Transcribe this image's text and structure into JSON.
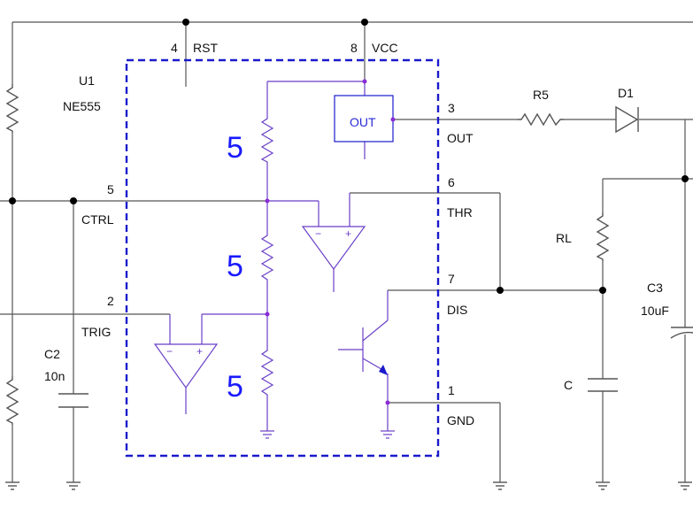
{
  "ic": {
    "ref": "U1",
    "part": "NE555",
    "divider_values": [
      "5",
      "5",
      "5"
    ],
    "out_block_label": "OUT",
    "pins": [
      {
        "number": "4",
        "name": "RST"
      },
      {
        "number": "8",
        "name": "VCC"
      },
      {
        "number": "3",
        "name": "OUT"
      },
      {
        "number": "5",
        "name": "CTRL"
      },
      {
        "number": "6",
        "name": "THR"
      },
      {
        "number": "2",
        "name": "TRIG"
      },
      {
        "number": "7",
        "name": "DIS"
      },
      {
        "number": "1",
        "name": "GND"
      }
    ],
    "comparator_signs": {
      "minus": "−",
      "plus": "+"
    }
  },
  "components": {
    "R5": {
      "ref": "R5"
    },
    "D1": {
      "ref": "D1"
    },
    "RL": {
      "ref": "RL"
    },
    "C3": {
      "ref": "C3",
      "value": "10uF"
    },
    "C": {
      "ref": "C"
    },
    "C2": {
      "ref": "C2",
      "value": "10n"
    }
  },
  "colors": {
    "wire": "#555555",
    "internal": "#6a3fc8",
    "ic_border": "#1a1acc",
    "divider_label": "#1a1aff",
    "junction": "#000000"
  }
}
